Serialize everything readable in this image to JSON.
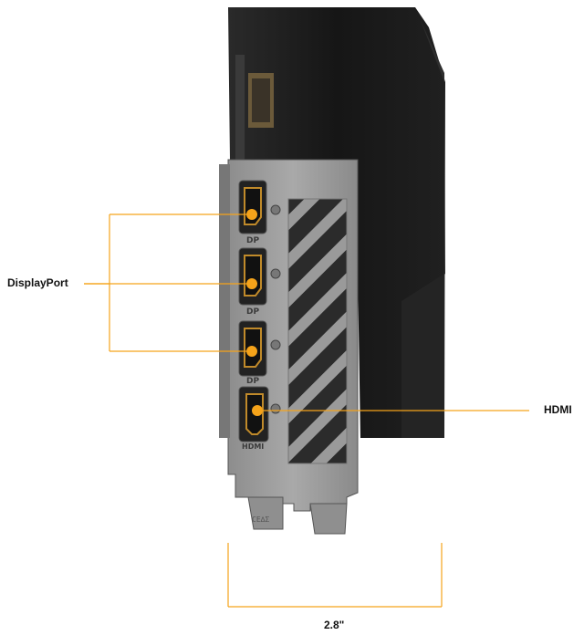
{
  "labels": {
    "displayport": "DisplayPort",
    "hdmi": "HDMI",
    "width": "2.8\""
  },
  "bracket_port_labels": {
    "dp": "DP",
    "hdmi": "HDMI"
  },
  "colors": {
    "accent": "#f5a31a",
    "card_body": "#1a1a1a",
    "bracket": "#9a9a9a",
    "bracket_dark": "#6f6f6f"
  },
  "icons": [
    "graphics-card-image",
    "displayport-port",
    "hdmi-port"
  ]
}
